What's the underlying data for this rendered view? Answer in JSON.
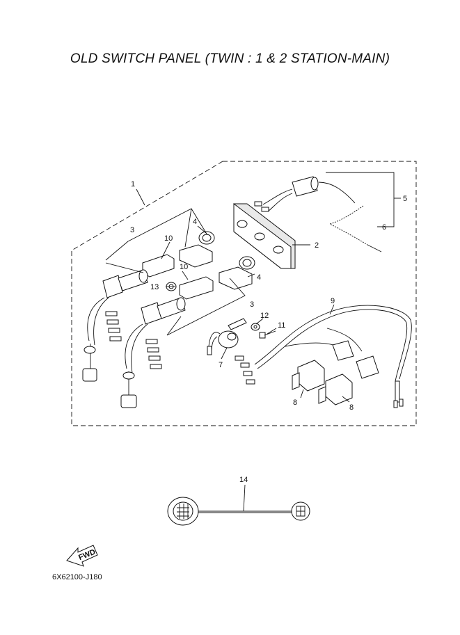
{
  "title": "OLD SWITCH PANEL (TWIN : 1 & 2 STATION-MAIN)",
  "diagram_code": "6X62100-J180",
  "fwd_label": "FWD",
  "callouts": {
    "c1": "1",
    "c2": "2",
    "c3a": "3",
    "c3b": "3",
    "c4a": "4",
    "c4b": "4",
    "c5": "5",
    "c6": "6",
    "c7": "7",
    "c8a": "8",
    "c8b": "8",
    "c9": "9",
    "c10a": "10",
    "c10b": "10",
    "c11": "11",
    "c12": "12",
    "c13": "13",
    "c14": "14"
  }
}
